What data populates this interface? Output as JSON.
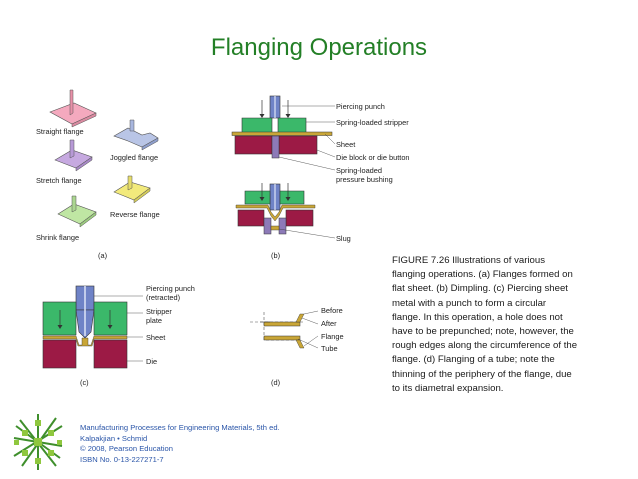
{
  "slide": {
    "title": "Flanging Operations"
  },
  "panel_a": {
    "labels": {
      "straight": "Straight flange",
      "joggled": "Joggled flange",
      "stretch": "Stretch flange",
      "reverse": "Reverse flange",
      "shrink": "Shrink flange"
    },
    "sub_label": "(a)"
  },
  "panel_b": {
    "labels": {
      "piercing_punch": "Piercing punch",
      "stripper": "Spring-loaded stripper",
      "sheet": "Sheet",
      "die": "Die block or die button",
      "bushing_1": "Spring-loaded",
      "bushing_2": "pressure bushing",
      "slug": "Slug"
    },
    "sub_label": "(b)"
  },
  "panel_c": {
    "labels": {
      "punch_1": "Piercing punch",
      "punch_2": "(retracted)",
      "stripper_1": "Stripper",
      "stripper_2": "plate",
      "sheet": "Sheet",
      "die": "Die"
    },
    "sub_label": "(c)"
  },
  "panel_d": {
    "labels": {
      "before": "Before",
      "after": "After",
      "flange": "Flange",
      "tube": "Tube"
    },
    "sub_label": "(d)"
  },
  "caption": {
    "lines": [
      "FIGURE 7.26 Illustrations of various",
      "flanging operations. (a) Flanges formed on",
      "flat sheet. (b) Dimpling. (c) Piercing sheet",
      "metal with a punch to form a circular",
      "flange. In this operation, a hole does not",
      "have to be prepunched; note, however, the",
      "rough edges along the circumference of the",
      "flange. (d) Flanging of a tube; note the",
      "thinning of the periphery of the flange, due",
      "to its diametral expansion."
    ]
  },
  "footer": {
    "book": "Manufacturing Processes for Engineering Materials, 5th ed.",
    "authors": "Kalpakjian • Schmid",
    "copyright": "© 2008, Pearson Education",
    "isbn": "ISBN No. 0-13-227271-7"
  },
  "colors": {
    "title": "#237f26",
    "stripper": "#3bb86a",
    "die": "#9c1a45",
    "sheet": "#c9a637",
    "punch": "#6f83c7",
    "footer": "#2a55a8"
  },
  "icons": {
    "footer_logo": "green-cube-lattice-logo"
  }
}
